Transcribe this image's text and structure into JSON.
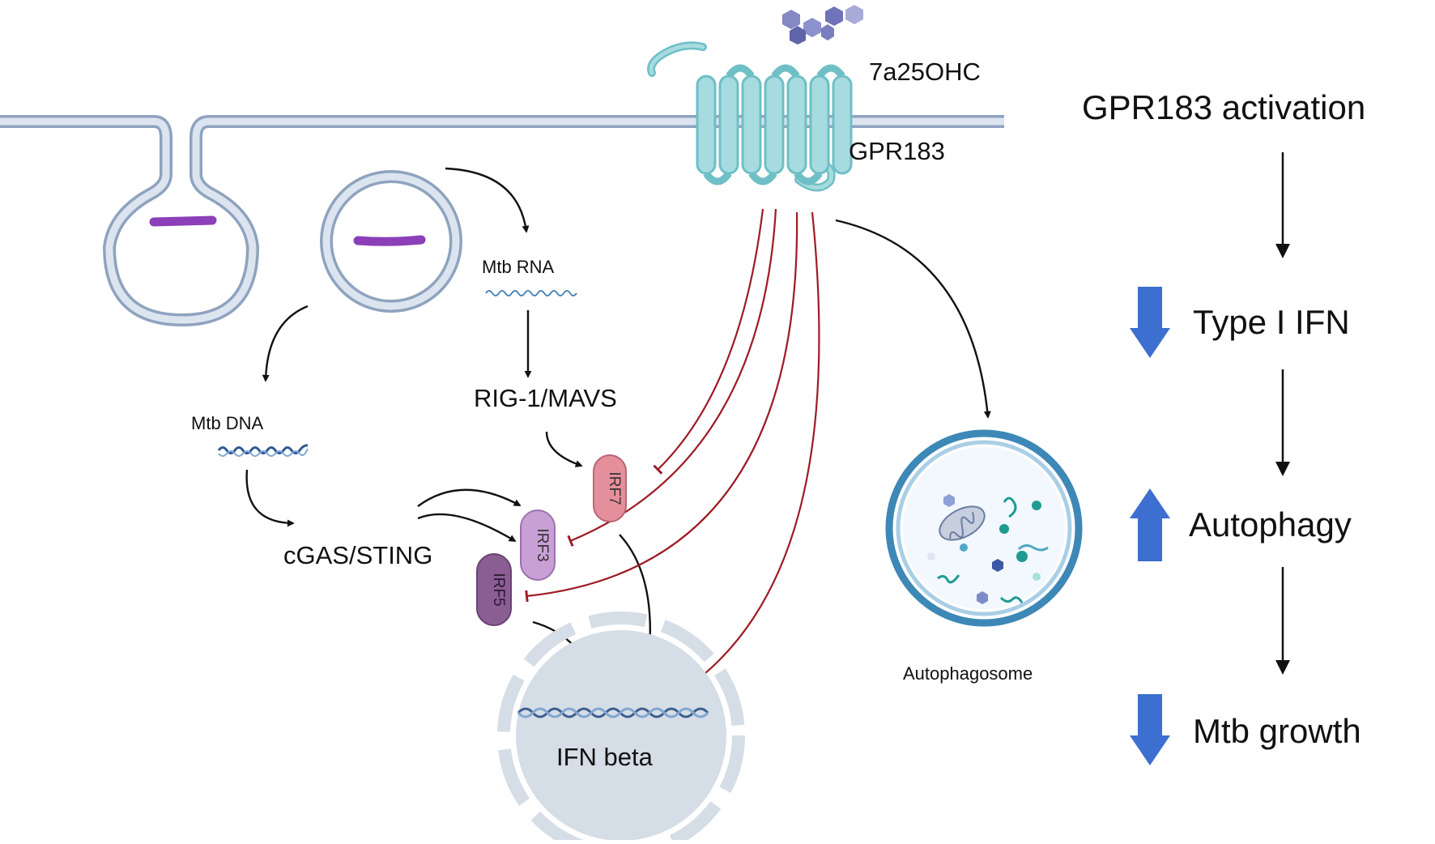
{
  "receptor": {
    "name": "GPR183",
    "ligand": "7a25OHC"
  },
  "pathways": {
    "mtb_rna": "Mtb RNA",
    "mtb_dna": "Mtb DNA",
    "rig": "RIG-1/MAVS",
    "cgas": "cGAS/STING",
    "irf7": "IRF7",
    "irf3": "IRF3",
    "irf5": "IRF5",
    "ifn_beta": "IFN beta",
    "autophagosome": "Autophagosome"
  },
  "summary": {
    "steps": [
      {
        "label": "GPR183 activation",
        "trend": "none"
      },
      {
        "label": "Type I IFN",
        "trend": "down"
      },
      {
        "label": "Autophagy",
        "trend": "up"
      },
      {
        "label": "Mtb growth",
        "trend": "down"
      }
    ]
  },
  "colors": {
    "membrane": "#8fa3bf",
    "membrane_fill": "#dce5ef",
    "receptor": "#a6dbe0",
    "receptor_stroke": "#6fbfc6",
    "ligand": "#6f74b8",
    "inhibit": "#9e1b24",
    "activate": "#111111",
    "mtb": "#8b3fb8",
    "nucleus": "#d5dde6",
    "irf7": "#e58f9c",
    "irf3": "#c8a0d6",
    "irf5": "#8a5d93",
    "summary_arrow": "#3c6fd0",
    "autophagosome_ring": "#3d88b6"
  }
}
